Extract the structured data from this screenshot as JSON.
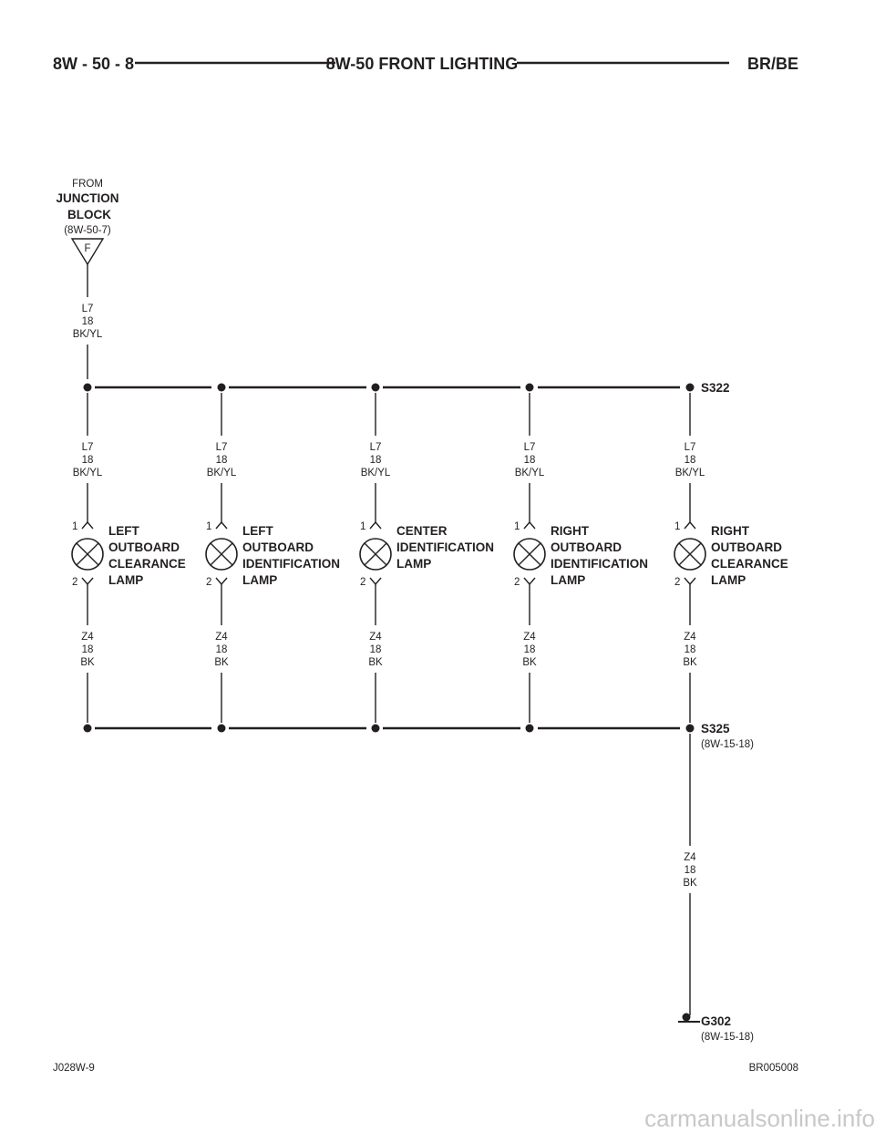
{
  "header": {
    "left": "8W - 50 - 8",
    "center": "8W-50 FRONT LIGHTING",
    "right": "BR/BE"
  },
  "source": {
    "from_label": "FROM",
    "name_line1": "JUNCTION",
    "name_line2": "BLOCK",
    "ref": "(8W-50-7)",
    "connector_pin": "F",
    "wire": {
      "circuit": "L7",
      "gauge": "18",
      "color": "BK/YL"
    }
  },
  "splices": {
    "top": {
      "id": "S322"
    },
    "bottom": {
      "id": "S325",
      "ref": "(8W-15-18)"
    }
  },
  "lamps": [
    {
      "name_lines": [
        "LEFT",
        "OUTBOARD",
        "CLEARANCE",
        "LAMP"
      ],
      "pin_top": "1",
      "pin_bottom": "2",
      "feed": {
        "circuit": "L7",
        "gauge": "18",
        "color": "BK/YL"
      },
      "ground": {
        "circuit": "Z4",
        "gauge": "18",
        "color": "BK"
      }
    },
    {
      "name_lines": [
        "LEFT",
        "OUTBOARD",
        "IDENTIFICATION",
        "LAMP"
      ],
      "pin_top": "1",
      "pin_bottom": "2",
      "feed": {
        "circuit": "L7",
        "gauge": "18",
        "color": "BK/YL"
      },
      "ground": {
        "circuit": "Z4",
        "gauge": "18",
        "color": "BK"
      }
    },
    {
      "name_lines": [
        "CENTER",
        "IDENTIFICATION",
        "LAMP"
      ],
      "pin_top": "1",
      "pin_bottom": "2",
      "feed": {
        "circuit": "L7",
        "gauge": "18",
        "color": "BK/YL"
      },
      "ground": {
        "circuit": "Z4",
        "gauge": "18",
        "color": "BK"
      }
    },
    {
      "name_lines": [
        "RIGHT",
        "OUTBOARD",
        "IDENTIFICATION",
        "LAMP"
      ],
      "pin_top": "1",
      "pin_bottom": "2",
      "feed": {
        "circuit": "L7",
        "gauge": "18",
        "color": "BK/YL"
      },
      "ground": {
        "circuit": "Z4",
        "gauge": "18",
        "color": "BK"
      }
    },
    {
      "name_lines": [
        "RIGHT",
        "OUTBOARD",
        "CLEARANCE",
        "LAMP"
      ],
      "pin_top": "1",
      "pin_bottom": "2",
      "feed": {
        "circuit": "L7",
        "gauge": "18",
        "color": "BK/YL"
      },
      "ground": {
        "circuit": "Z4",
        "gauge": "18",
        "color": "BK"
      }
    }
  ],
  "ground_wire": {
    "circuit": "Z4",
    "gauge": "18",
    "color": "BK"
  },
  "ground": {
    "id": "G302",
    "ref": "(8W-15-18)"
  },
  "footer": {
    "left": "J028W-9",
    "right": "BR005008"
  },
  "watermark": "carmanualsonline.info"
}
